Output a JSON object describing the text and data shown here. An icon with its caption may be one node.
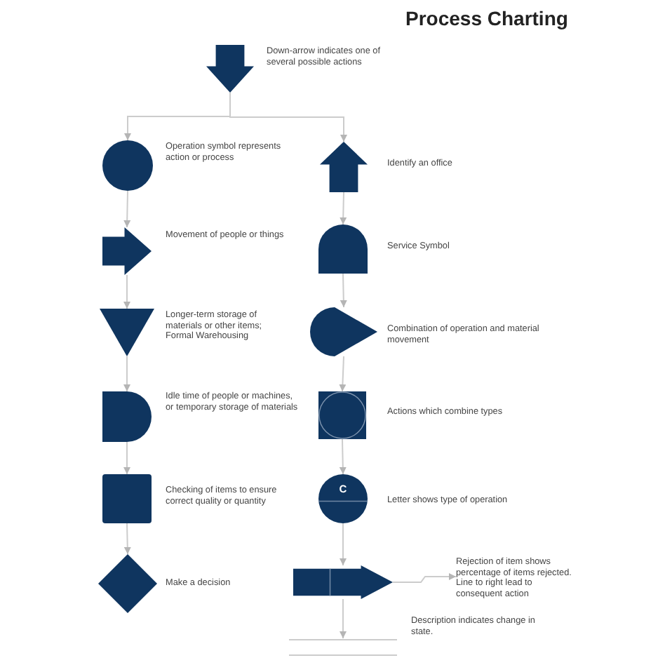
{
  "diagram": {
    "title": "Process Charting",
    "nodes": [
      {
        "text": [],
        "shape": "arrow",
        "beside": [
          "Down-arrow indicates one of several possible actions"
        ]
      },
      {
        "text": [],
        "shape": "circle",
        "beside": [
          "Operation symbol represents action or process"
        ]
      },
      {
        "text": [],
        "shape": "arrow",
        "beside": [
          "Movement of people or things"
        ]
      },
      {
        "text": [],
        "shape": "triangle",
        "beside": [
          "Longer-term storage of materials or other items; Formal Warehousing"
        ]
      },
      {
        "text": [],
        "shape": "delay",
        "beside": [
          "Idle time of people or machines, or temporary storage of materials"
        ]
      },
      {
        "text": [],
        "shape": "box",
        "beside": [
          "Checking of items to ensure correct quality or quantity"
        ]
      },
      {
        "text": [],
        "shape": "diamond",
        "beside": [
          "Make a decision"
        ]
      },
      {
        "text": [],
        "shape": "house",
        "beside": [
          "Identify an office"
        ]
      },
      {
        "text": [],
        "shape": "dome",
        "beside": [
          "Service Symbol"
        ]
      },
      {
        "text": [],
        "shape": "teardrop",
        "beside": [
          "Combination of operation and material movement"
        ]
      },
      {
        "text": [],
        "shape": "box",
        "beside": [
          "Actions which combine types"
        ]
      },
      {
        "text": [
          "C"
        ],
        "beside": [
          "Letter shows type of operation"
        ]
      },
      {
        "text": [],
        "shape": "arrow"
      },
      {
        "text": [
          "Rejection of item shows percentage of items rejected. Line to right lead to consequent action"
        ]
      },
      {
        "text": [],
        "shape": "line",
        "beside": [
          "Description indicates change in state."
        ]
      }
    ],
    "edges": [
      {
        "from": 0,
        "to": 1,
        "arrow": "to"
      },
      {
        "from": 0,
        "to": 7,
        "arrow": "to"
      },
      {
        "from": 1,
        "to": 2,
        "arrow": "to"
      },
      {
        "from": 2,
        "to": 3,
        "arrow": "to"
      },
      {
        "from": 3,
        "to": 4,
        "arrow": "to"
      },
      {
        "from": 4,
        "to": 5,
        "arrow": "to"
      },
      {
        "from": 5,
        "to": 6,
        "arrow": "to"
      },
      {
        "from": 7,
        "to": 8,
        "arrow": "to"
      },
      {
        "from": 8,
        "to": 9,
        "arrow": "to"
      },
      {
        "from": 9,
        "to": 10,
        "arrow": "to"
      },
      {
        "from": 10,
        "to": 11,
        "arrow": "to"
      },
      {
        "from": 11,
        "to": 12,
        "arrow": "to"
      },
      {
        "from": 12,
        "to": 13,
        "arrow": "to"
      },
      {
        "from": 12,
        "to": 14,
        "arrow": "to"
      }
    ]
  }
}
